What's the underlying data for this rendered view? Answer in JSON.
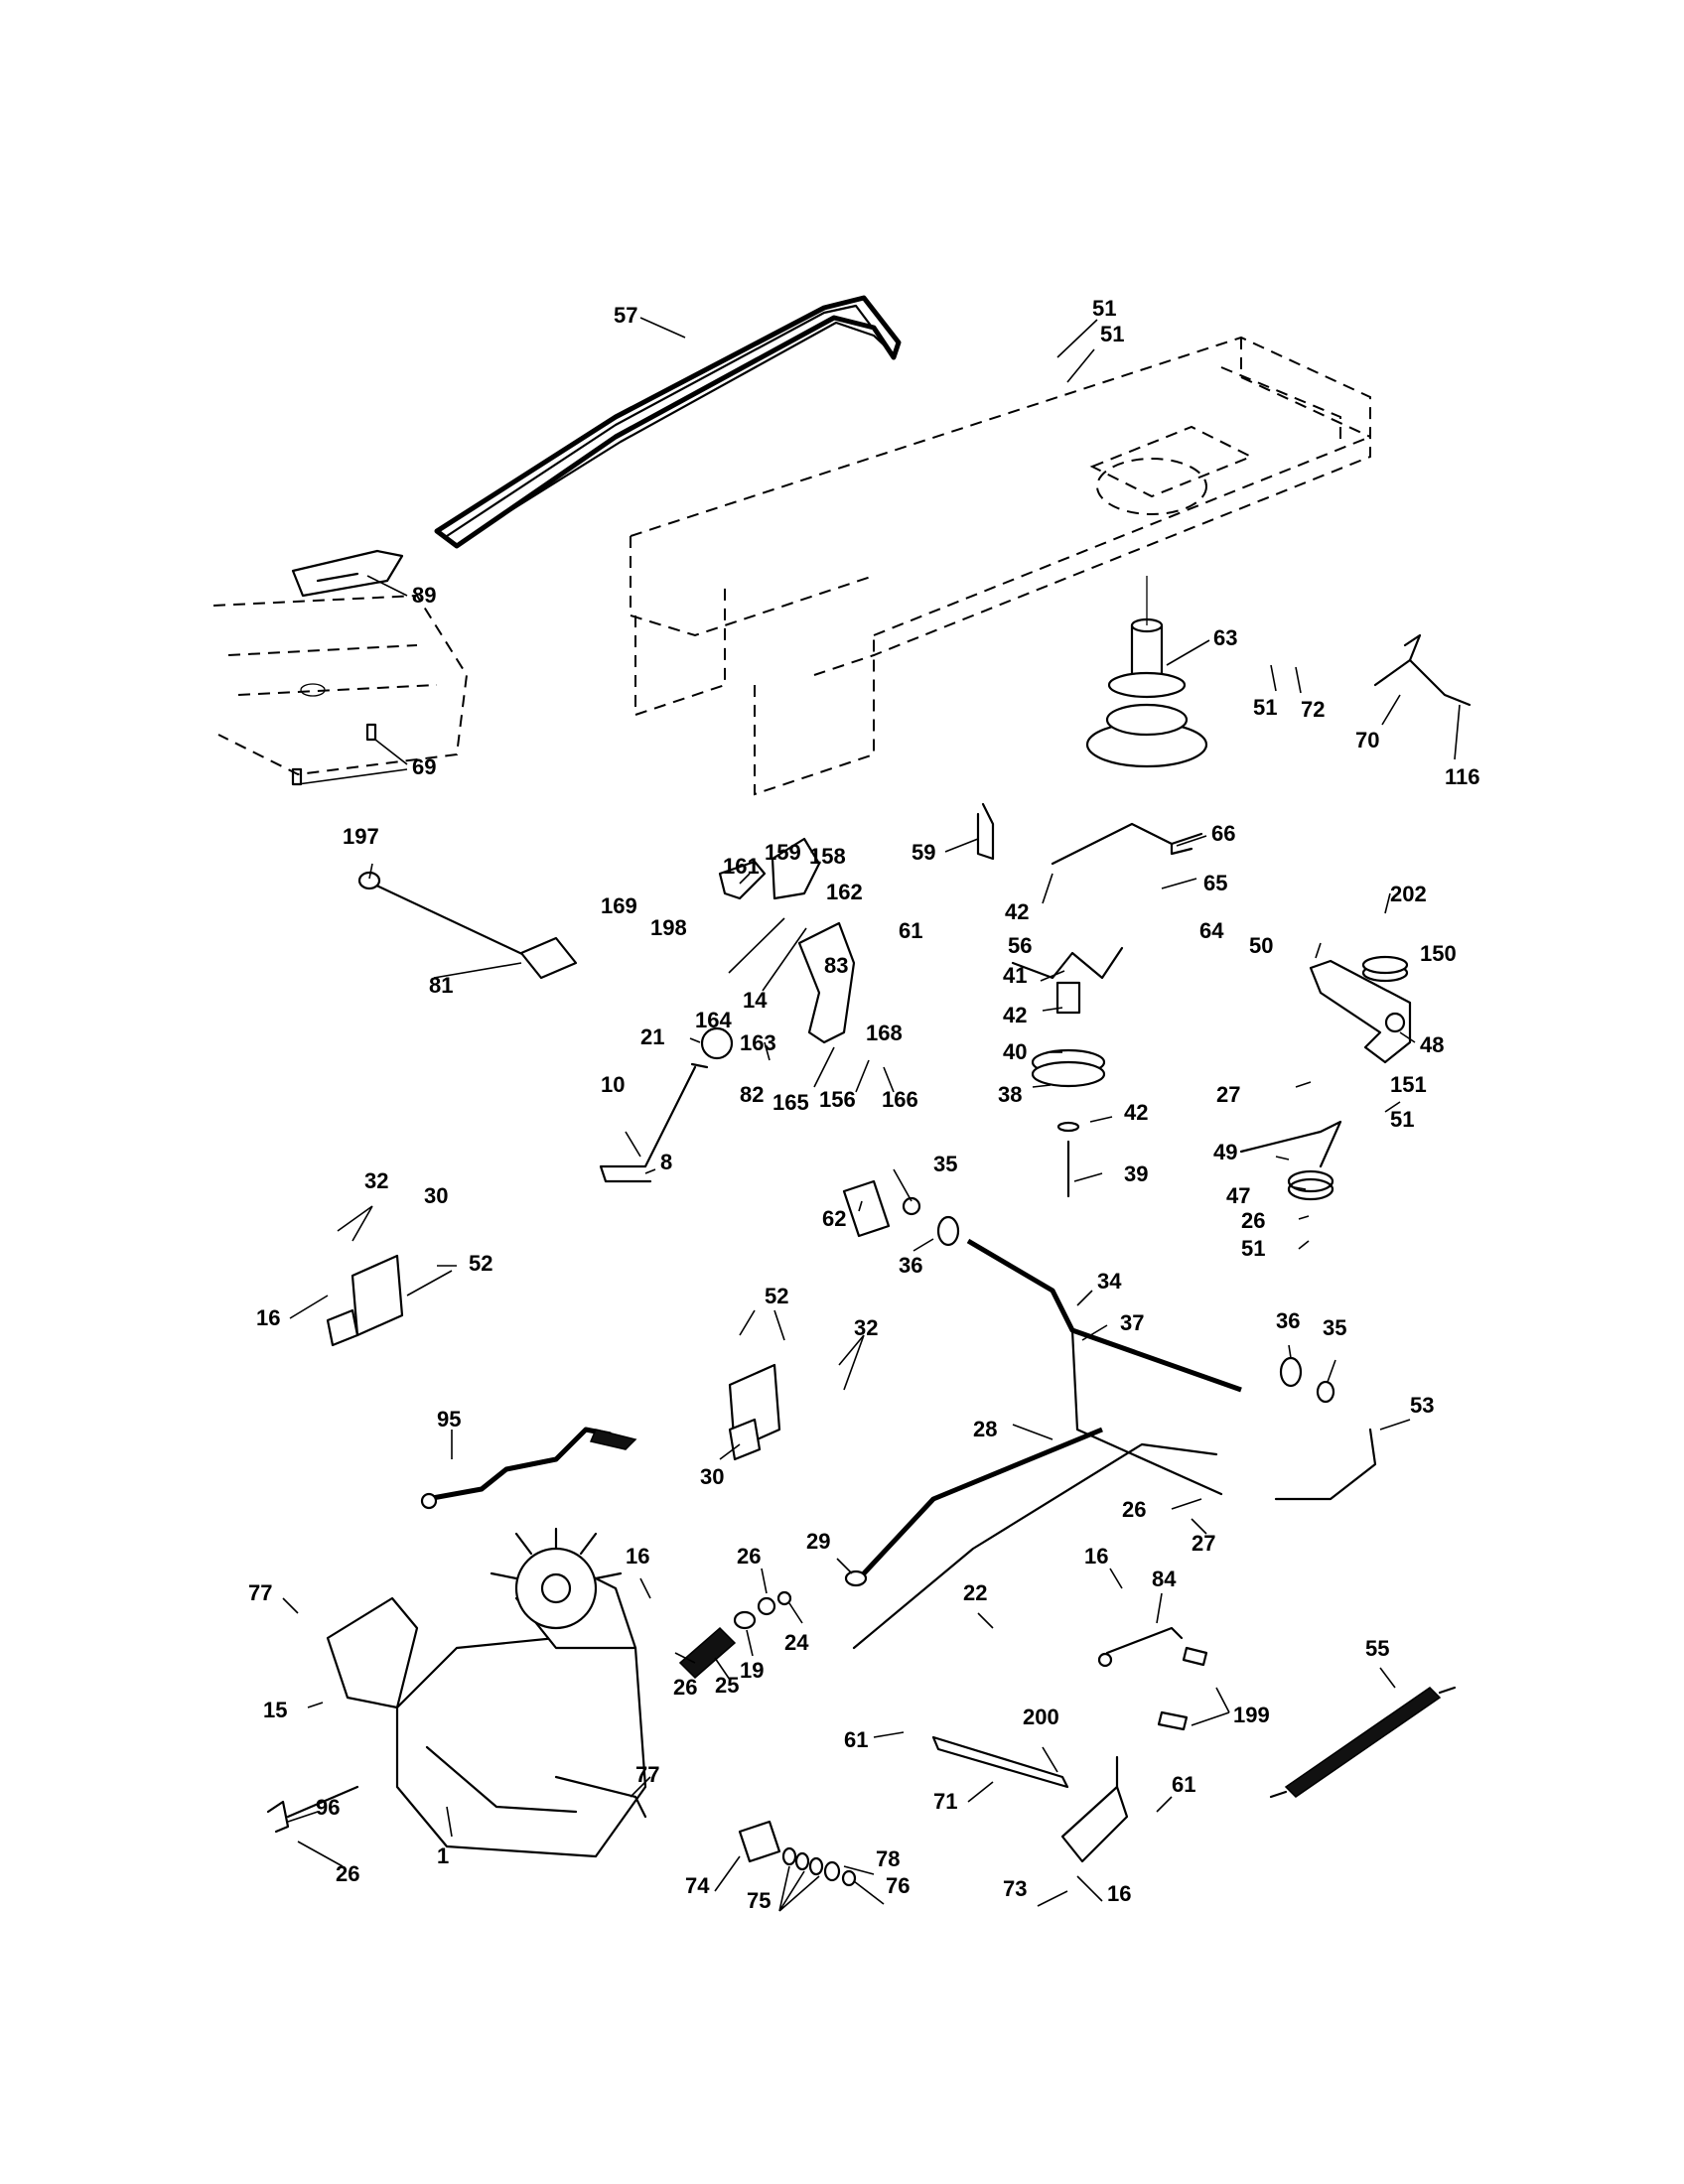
{
  "diagram": {
    "callouts": [
      {
        "id": "c57",
        "text": "57"
      },
      {
        "id": "c51a",
        "text": "51"
      },
      {
        "id": "c51b",
        "text": "51"
      },
      {
        "id": "c89",
        "text": "89"
      },
      {
        "id": "c63",
        "text": "63"
      },
      {
        "id": "c51c",
        "text": "51"
      },
      {
        "id": "c72",
        "text": "72"
      },
      {
        "id": "c70",
        "text": "70"
      },
      {
        "id": "c116",
        "text": "116"
      },
      {
        "id": "c69",
        "text": "69"
      },
      {
        "id": "c197",
        "text": "197"
      },
      {
        "id": "c59",
        "text": "59"
      },
      {
        "id": "c66",
        "text": "66"
      },
      {
        "id": "c161",
        "text": "161"
      },
      {
        "id": "c159",
        "text": "159"
      },
      {
        "id": "c158",
        "text": "158"
      },
      {
        "id": "c169",
        "text": "169"
      },
      {
        "id": "c162",
        "text": "162"
      },
      {
        "id": "c61a",
        "text": "61"
      },
      {
        "id": "c42a",
        "text": "42"
      },
      {
        "id": "c65",
        "text": "65"
      },
      {
        "id": "c202",
        "text": "202"
      },
      {
        "id": "c198",
        "text": "198"
      },
      {
        "id": "c56",
        "text": "56"
      },
      {
        "id": "c64",
        "text": "64"
      },
      {
        "id": "c50",
        "text": "50"
      },
      {
        "id": "c150",
        "text": "150"
      },
      {
        "id": "c81",
        "text": "81"
      },
      {
        "id": "c83",
        "text": "83"
      },
      {
        "id": "c41",
        "text": "41"
      },
      {
        "id": "c164",
        "text": "164"
      },
      {
        "id": "c14",
        "text": "14"
      },
      {
        "id": "c42b",
        "text": "42"
      },
      {
        "id": "c48",
        "text": "48"
      },
      {
        "id": "c163",
        "text": "163"
      },
      {
        "id": "c168",
        "text": "168"
      },
      {
        "id": "c21",
        "text": "21"
      },
      {
        "id": "c40",
        "text": "40"
      },
      {
        "id": "c10",
        "text": "10"
      },
      {
        "id": "c82",
        "text": "82"
      },
      {
        "id": "c165",
        "text": "165"
      },
      {
        "id": "c156",
        "text": "156"
      },
      {
        "id": "c166",
        "text": "166"
      },
      {
        "id": "c38",
        "text": "38"
      },
      {
        "id": "c27a",
        "text": "27"
      },
      {
        "id": "c151",
        "text": "151"
      },
      {
        "id": "c42c",
        "text": "42"
      },
      {
        "id": "c51d",
        "text": "51"
      },
      {
        "id": "c8",
        "text": "8"
      },
      {
        "id": "c49",
        "text": "49"
      },
      {
        "id": "c35a",
        "text": "35"
      },
      {
        "id": "c39",
        "text": "39"
      },
      {
        "id": "c32a",
        "text": "32"
      },
      {
        "id": "c62",
        "text": "62"
      },
      {
        "id": "c47",
        "text": "47"
      },
      {
        "id": "c30a",
        "text": "30"
      },
      {
        "id": "c26a",
        "text": "26"
      },
      {
        "id": "c51e",
        "text": "51"
      },
      {
        "id": "c36a",
        "text": "36"
      },
      {
        "id": "c52a",
        "text": "52"
      },
      {
        "id": "c34",
        "text": "34"
      },
      {
        "id": "c16a",
        "text": "16"
      },
      {
        "id": "c52b",
        "text": "52"
      },
      {
        "id": "c37",
        "text": "37"
      },
      {
        "id": "c36b",
        "text": "36"
      },
      {
        "id": "c35b",
        "text": "35"
      },
      {
        "id": "c32b",
        "text": "32"
      },
      {
        "id": "c53",
        "text": "53"
      },
      {
        "id": "c95",
        "text": "95"
      },
      {
        "id": "c28",
        "text": "28"
      },
      {
        "id": "c30b",
        "text": "30"
      },
      {
        "id": "c26b",
        "text": "26"
      },
      {
        "id": "c29",
        "text": "29"
      },
      {
        "id": "c27b",
        "text": "27"
      },
      {
        "id": "c16b",
        "text": "16"
      },
      {
        "id": "c26c",
        "text": "26"
      },
      {
        "id": "c16c",
        "text": "16"
      },
      {
        "id": "c84",
        "text": "84"
      },
      {
        "id": "c77a",
        "text": "77"
      },
      {
        "id": "c22",
        "text": "22"
      },
      {
        "id": "c24",
        "text": "24"
      },
      {
        "id": "c19",
        "text": "19"
      },
      {
        "id": "c26d",
        "text": "26"
      },
      {
        "id": "c25",
        "text": "25"
      },
      {
        "id": "c55",
        "text": "55"
      },
      {
        "id": "c15",
        "text": "15"
      },
      {
        "id": "c199",
        "text": "199"
      },
      {
        "id": "c200",
        "text": "200"
      },
      {
        "id": "c61b",
        "text": "61"
      },
      {
        "id": "c77b",
        "text": "77"
      },
      {
        "id": "c71",
        "text": "71"
      },
      {
        "id": "c61c",
        "text": "61"
      },
      {
        "id": "c96",
        "text": "96"
      },
      {
        "id": "c1",
        "text": "1"
      },
      {
        "id": "c78",
        "text": "78"
      },
      {
        "id": "c26e",
        "text": "26"
      },
      {
        "id": "c74",
        "text": "74"
      },
      {
        "id": "c76",
        "text": "76"
      },
      {
        "id": "c73",
        "text": "73"
      },
      {
        "id": "c16d",
        "text": "16"
      },
      {
        "id": "c75",
        "text": "75"
      }
    ]
  }
}
